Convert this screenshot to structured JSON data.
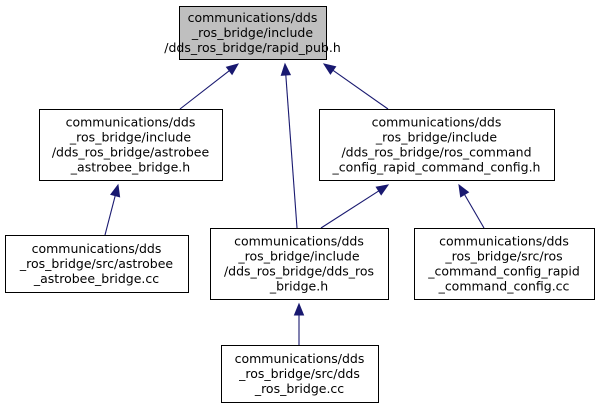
{
  "colors": {
    "edge": "#191970",
    "root_fill": "#bfbfbf",
    "node_fill": "#ffffff",
    "border": "#000000"
  },
  "nodes": {
    "rapid_pub_h": {
      "lines": [
        "communications/dds",
        "_ros_bridge/include",
        "/dds_ros_bridge/rapid_pub.h"
      ],
      "highlighted": true
    },
    "astrobee_bridge_h": {
      "lines": [
        "communications/dds",
        "_ros_bridge/include",
        "/dds_ros_bridge/astrobee",
        "_astrobee_bridge.h"
      ],
      "highlighted": false
    },
    "ros_command_config_h": {
      "lines": [
        "communications/dds",
        "_ros_bridge/include",
        "/dds_ros_bridge/ros_command",
        "_config_rapid_command_config.h"
      ],
      "highlighted": false
    },
    "astrobee_bridge_cc": {
      "lines": [
        "communications/dds",
        "_ros_bridge/src/astrobee",
        "_astrobee_bridge.cc"
      ],
      "highlighted": false
    },
    "dds_ros_bridge_h": {
      "lines": [
        "communications/dds",
        "_ros_bridge/include",
        "/dds_ros_bridge/dds_ros",
        "_bridge.h"
      ],
      "highlighted": false
    },
    "ros_command_config_cc": {
      "lines": [
        "communications/dds",
        "_ros_bridge/src/ros",
        "_command_config_rapid",
        "_command_config.cc"
      ],
      "highlighted": false
    },
    "dds_ros_bridge_cc": {
      "lines": [
        "communications/dds",
        "_ros_bridge/src/dds",
        "_ros_bridge.cc"
      ],
      "highlighted": false
    }
  },
  "edges": [
    {
      "from": "astrobee_bridge_h",
      "to": "rapid_pub_h"
    },
    {
      "from": "dds_ros_bridge_h",
      "to": "rapid_pub_h"
    },
    {
      "from": "ros_command_config_h",
      "to": "rapid_pub_h"
    },
    {
      "from": "astrobee_bridge_cc",
      "to": "astrobee_bridge_h"
    },
    {
      "from": "dds_ros_bridge_h",
      "to": "ros_command_config_h"
    },
    {
      "from": "ros_command_config_cc",
      "to": "ros_command_config_h"
    },
    {
      "from": "dds_ros_bridge_cc",
      "to": "dds_ros_bridge_h"
    }
  ]
}
